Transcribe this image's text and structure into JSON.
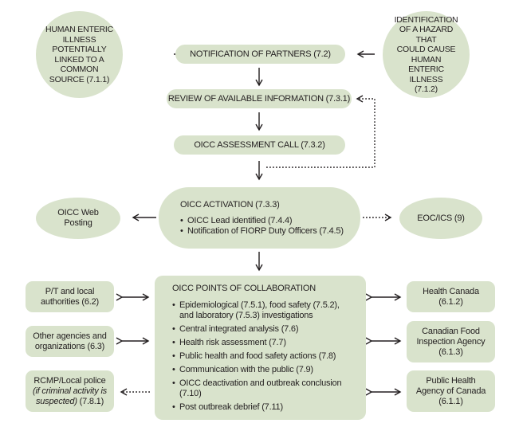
{
  "nodes": {
    "human_illness": "HUMAN ENTERIC\nILLNESS POTENTIALLY\nLINKED TO A COMMON\nSOURCE (7.1.1)",
    "hazard_identification": "IDENTIFICATION\nOF A HAZARD THAT\nCOULD CAUSE HUMAN\nENTERIC ILLNESS\n(7.1.2)",
    "notification_partners": "NOTIFICATION OF PARTNERS (7.2)",
    "review_information": "REVIEW OF AVAILABLE INFORMATION (7.3.1)",
    "assessment_call": "OICC ASSESSMENT CALL (7.3.2)",
    "web_posting": "OICC Web\nPosting",
    "eoc_ics": "EOC/ICS (9)",
    "activation": {
      "title": "OICC ACTIVATION (7.3.3)",
      "items": [
        "OICC Lead identified (7.4.4)",
        "Notification of FIORP Duty Officers (7.4.5)"
      ]
    },
    "collaboration": {
      "title": "OICC POINTS OF COLLABORATION",
      "items": [
        "Epidemiological (7.5.1), food safety (7.5.2),\nand laboratory (7.5.3) investigations",
        "Central integrated analysis (7.6)",
        "Health risk assessment (7.7)",
        "Public health and food safety actions (7.8)",
        "Communication with the public (7.9)",
        "OICC deactivation and outbreak conclusion (7.10)",
        "Post outbreak debrief (7.11)"
      ]
    },
    "pt_local": "P/T and local\nauthorities (6.2)",
    "other_agencies": "Other agencies and\norganizations (6.3)",
    "rcmp": {
      "line1": "RCMP/Local police",
      "line2": "(if criminal activity is",
      "line3": "suspected)",
      "line3_ref": " (7.8.1)"
    },
    "health_canada": "Health Canada\n(6.1.2)",
    "cfia": "Canadian Food\nInspection Agency\n(6.1.3)",
    "phac": "Public Health\nAgency of Canada\n(6.1.1)"
  },
  "colors": {
    "node_fill": "#d9e3cc",
    "arrow": "#231f20",
    "text": "#231f20"
  }
}
